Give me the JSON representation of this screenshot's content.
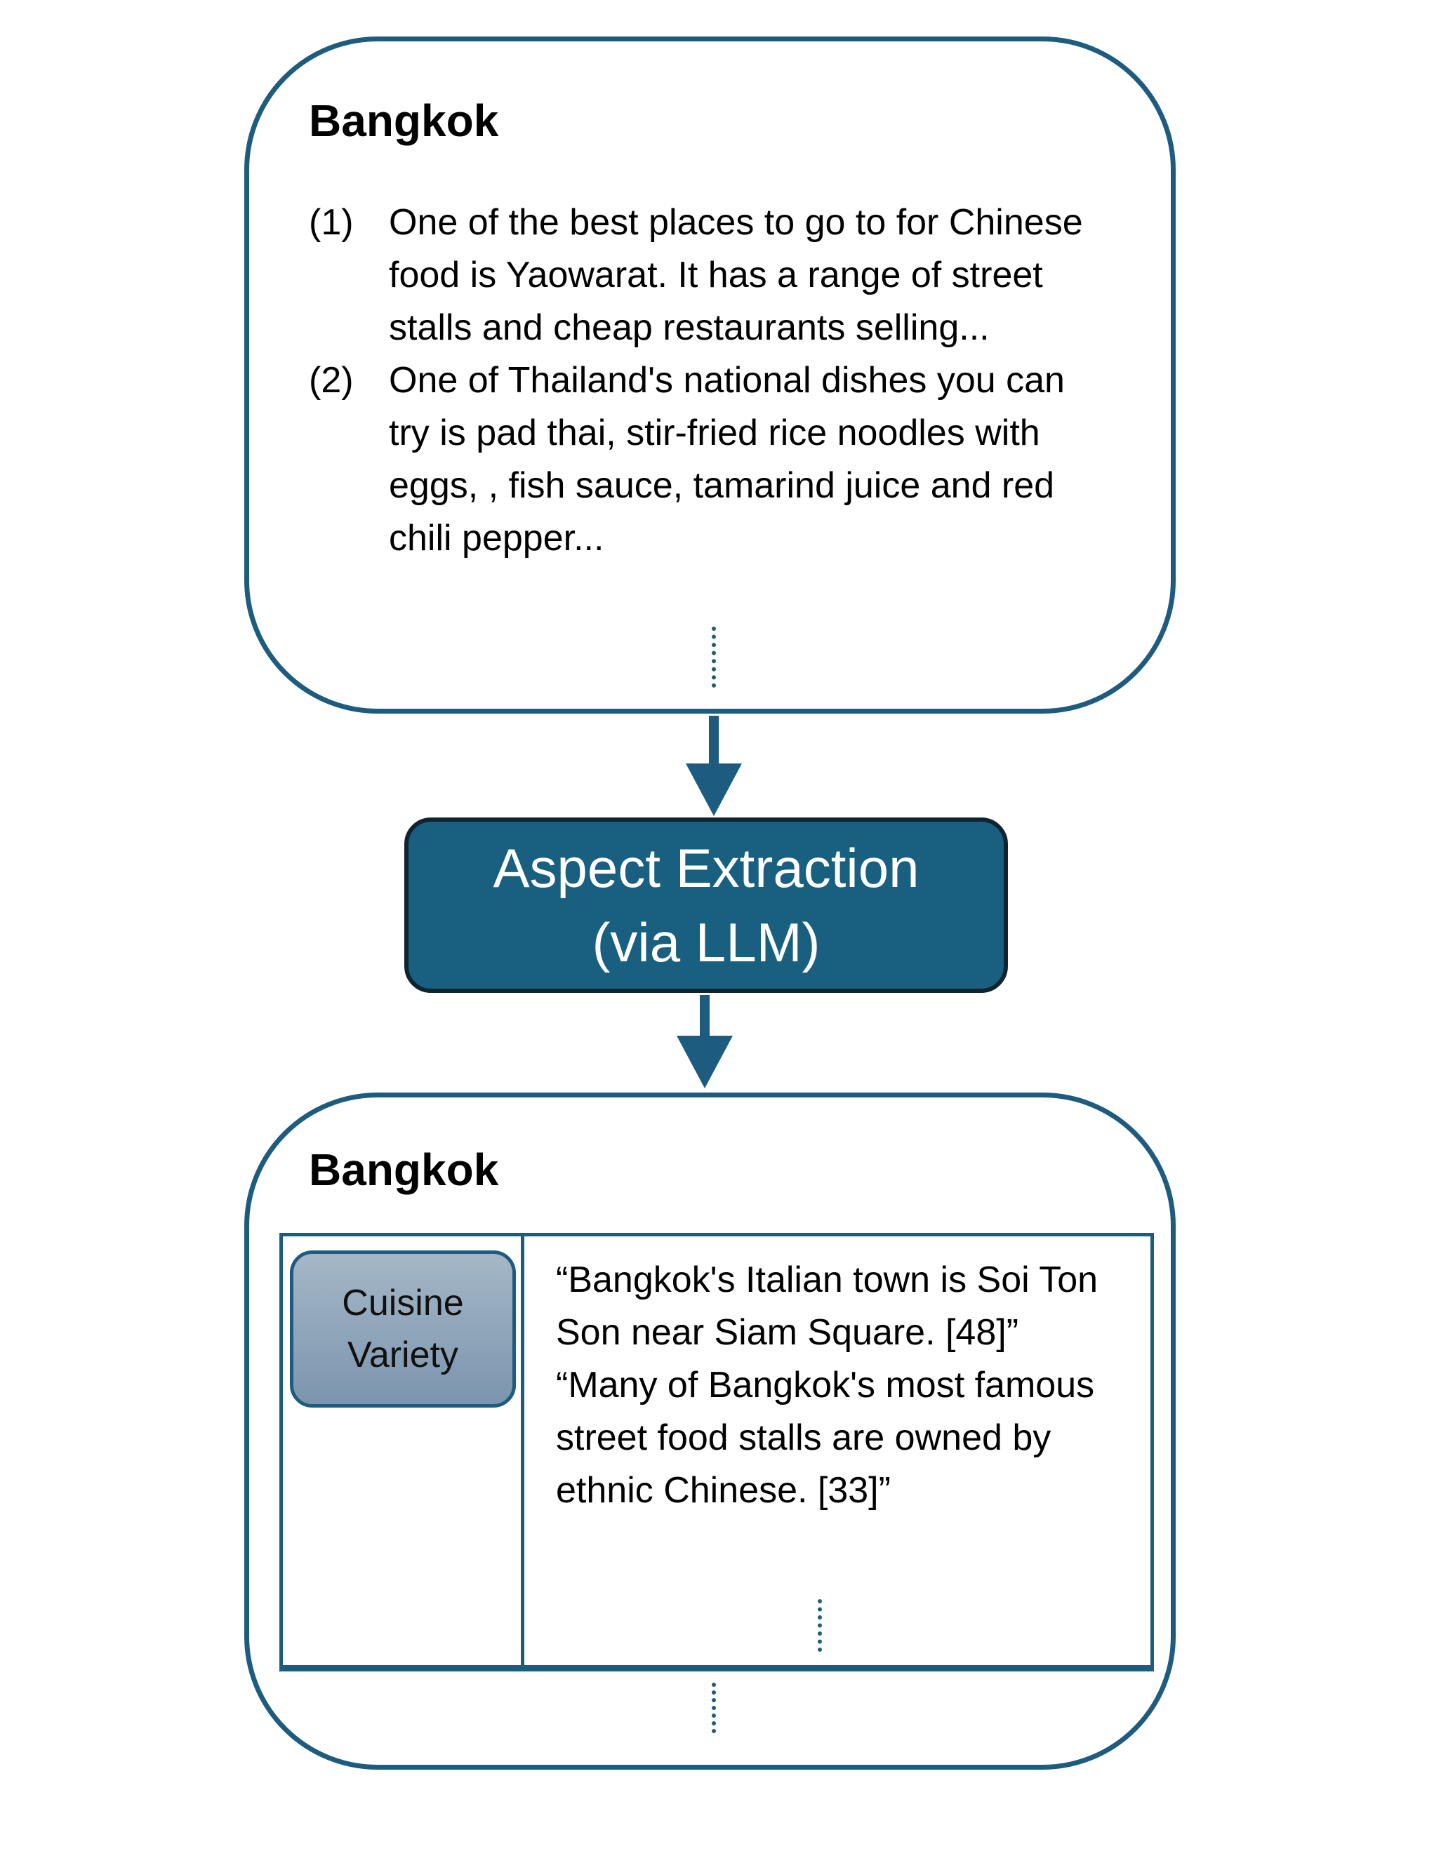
{
  "top_box": {
    "title": "Bangkok",
    "documents": [
      {
        "num": "(1)",
        "text": "One of the best places to go to for Chinese food is Yaowarat. It has a range of street stalls and cheap restaurants selling..."
      },
      {
        "num": "(2)",
        "text": "One of Thailand's national dishes you can try is pad thai, stir-fried rice noodles with eggs, , fish sauce, tamarind juice and red chili pepper..."
      }
    ]
  },
  "process": {
    "line1": "Aspect Extraction",
    "line2": "(via LLM)"
  },
  "bottom_box": {
    "title": "Bangkok",
    "aspect": "Cuisine Variety",
    "evidence": [
      "“Bangkok's Italian town is Soi Ton Son near Siam Square. [48]”",
      "“Many of Bangkok's most famous street food stalls are owned by ethnic Chinese. [33]”"
    ]
  },
  "colors": {
    "border": "#1d5c7e",
    "process_fill": "#185f80",
    "chip_gradient": [
      "#a5b7c7",
      "#7b95ae"
    ]
  }
}
